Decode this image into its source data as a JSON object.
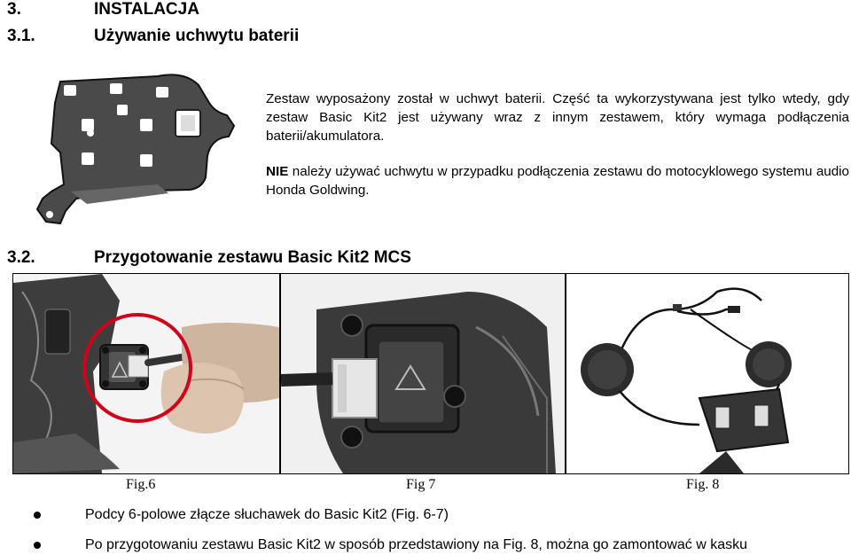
{
  "section": {
    "number": "3.",
    "title": "INSTALACJA"
  },
  "subsection_1": {
    "number": "3.1.",
    "title": "Używanie uchwytu baterii",
    "paragraph_1": "Zestaw wyposażony został w uchwyt baterii. Część ta wykorzystywana jest tylko wtedy, gdy zestaw Basic Kit2 jest używany wraz z innym zestawem, który wymaga podłączenia baterii/akumulatora.",
    "paragraph_2_bold": "NIE",
    "paragraph_2_rest": " należy używać uchwytu w przypadku podłączenia zestawu do motocyklowego systemu audio Honda Goldwing."
  },
  "subsection_2": {
    "number": "3.2.",
    "title": "Przygotowanie zestawu Basic Kit2 MCS"
  },
  "figures": {
    "fig6": "Fig.6",
    "fig7": "Fig 7",
    "fig8": "Fig. 8"
  },
  "bullets": [
    "Podcy 6-polowe złącze słuchawek do Basic Kit2 (Fig. 6-7)",
    "Po przygotowaniu zestawu Basic Kit2 w sposób przedstawiony na Fig. 8, można go zamontować w kasku"
  ],
  "colors": {
    "highlight_circle": "#d0021b"
  }
}
